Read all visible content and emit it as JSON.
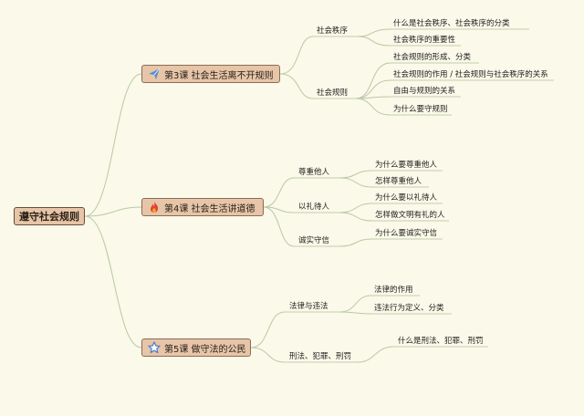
{
  "root": {
    "label": "遵守社会规则"
  },
  "lessons": [
    {
      "label": "第3课 社会生活离不开规则",
      "icon": "paper-plane-icon",
      "topics": [
        {
          "label": "社会秩序",
          "items": [
            "什么是社会秩序、社会秩序的分类",
            "社会秩序的重要性"
          ]
        },
        {
          "label": "社会规则",
          "items": [
            "社会规则的形成、分类",
            "社会规则的作用 / 社会规则与社会秩序的关系",
            "自由与规则的关系",
            "为什么要守规则"
          ]
        }
      ]
    },
    {
      "label": "第4课 社会生活讲道德",
      "icon": "flame-icon",
      "topics": [
        {
          "label": "尊重他人",
          "items": [
            "为什么要尊重他人",
            "怎样尊重他人"
          ]
        },
        {
          "label": "以礼待人",
          "items": [
            "为什么要以礼待人",
            "怎样做文明有礼的人"
          ]
        },
        {
          "label": "诚实守信",
          "items": [
            "为什么要诚实守信"
          ]
        }
      ]
    },
    {
      "label": "第5课 做守法的公民",
      "icon": "star-icon",
      "topics": [
        {
          "label": "法律与违法",
          "items": [
            "法律的作用",
            "违法行为定义、分类"
          ]
        },
        {
          "label": "刑法、犯罪、刑罚",
          "items": [
            "什么是刑法、犯罪、刑罚"
          ]
        }
      ]
    }
  ],
  "colors": {
    "background": "#fbf9e9",
    "connector": "#b9c9a5",
    "node_fill": "#e6c5a8",
    "node_border": "#8c6c55",
    "plane_icon": "#5a8fcf",
    "flame_icon": "#e0452f",
    "star_icon": "#4a7cc7"
  }
}
